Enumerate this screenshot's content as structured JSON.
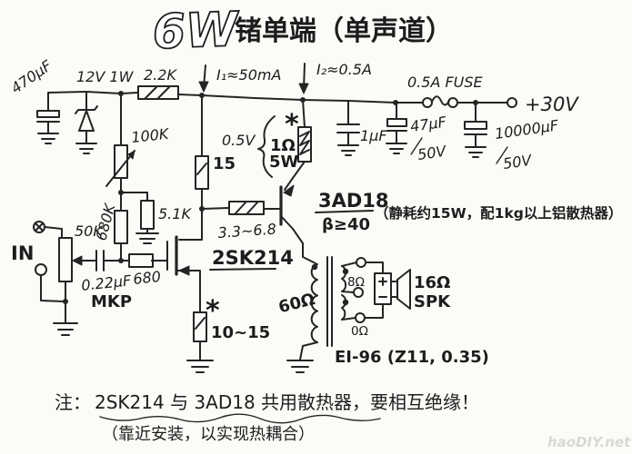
{
  "colors": {
    "ink": "#242424",
    "paper": "#fbfbf8",
    "watermark": "#d8d8d4"
  },
  "title": {
    "power": "6W",
    "text": "锗单端（单声道）"
  },
  "psu": {
    "cap_input": "470μF",
    "zener": "12V 1W",
    "r_dropper": "2.2K",
    "i1": "I₁≈50mA",
    "i2": "I₂≈0.5A",
    "cap_1uf": "1μF",
    "cap_47uf": "47μF",
    "cap_47uf_v": "50V",
    "fuse": "0.5A FUSE",
    "cap_10000uf": "10000μF",
    "cap_10000uf_v": "50V",
    "rail": "+30V"
  },
  "input": {
    "label": "IN",
    "pot": "50K",
    "cap": "0.22μF",
    "cap_type": "MKP",
    "r_series": "680",
    "r_upper": "100K",
    "r_mid": "680K",
    "r_lower": "5.1K"
  },
  "driver": {
    "r_drain": "15",
    "mosfet": "2SK214",
    "r_source": "10~15",
    "star": "*"
  },
  "output": {
    "sense_v": "0.5V",
    "r_emitter": "1Ω",
    "r_emitter_p": "5W",
    "star": "*",
    "r_base": "3.3~6.8",
    "transistor": "3AD18",
    "beta": "β≥40",
    "heatsink_note": "（静耗约15W，配1kg以上铝散热器）"
  },
  "transformer": {
    "primary": "60Ω",
    "tap_8": "8Ω",
    "tap_0": "0Ω",
    "speaker_z": "16Ω",
    "speaker": "SPK",
    "core": "EI-96 (Z11, 0.35)"
  },
  "note": {
    "prefix": "注：",
    "line1": "2SK214 与 3AD18 共用散热器，要相互绝缘！",
    "line2": "（靠近安装，以实现热耦合）"
  },
  "watermark": "haoDIY.net"
}
